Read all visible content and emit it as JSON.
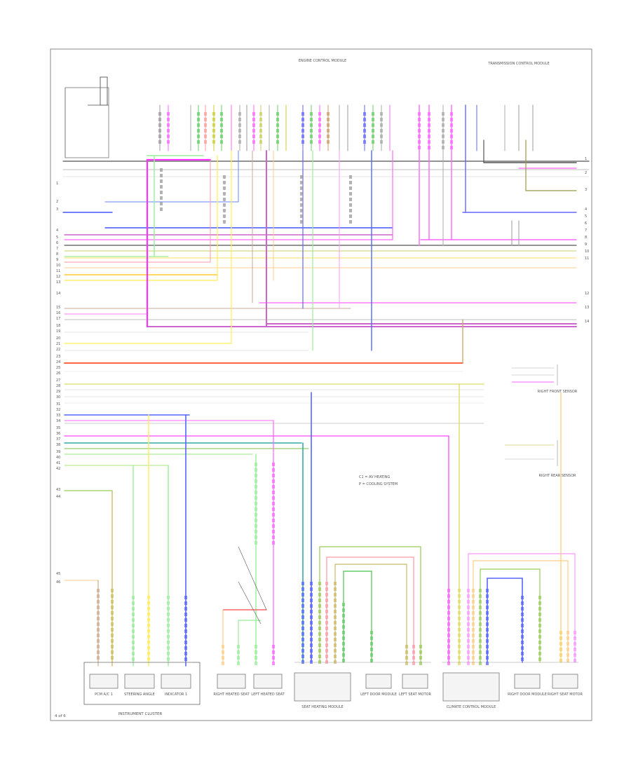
{
  "diagram": {
    "left_pin_numbers": [
      "1",
      "2",
      "3",
      "4",
      "5",
      "6",
      "7",
      "8",
      "9",
      "10",
      "11",
      "12",
      "13",
      "14",
      "15",
      "16",
      "17",
      "18",
      "19",
      "20",
      "21",
      "22",
      "23",
      "24",
      "25",
      "26",
      "27",
      "28",
      "29",
      "30",
      "31",
      "32",
      "33",
      "34",
      "35",
      "36",
      "37",
      "38",
      "39",
      "40",
      "41",
      "42",
      "43",
      "44",
      "45",
      "46"
    ],
    "right_pin_numbers": [
      "1",
      "2",
      "3",
      "4",
      "5",
      "6",
      "7",
      "8",
      "9",
      "10",
      "11",
      "12",
      "13",
      "14"
    ],
    "legend_entries": [
      "C1 = AV HEATING",
      "P = COOLING SYSTEM"
    ],
    "footer_code": "4 of 6",
    "components": [
      {
        "id": "ecm-top",
        "label": "ENGINE CONTROL MODULE"
      },
      {
        "id": "scan-tool",
        "label": "TRANSMISSION CONTROL MODULE"
      },
      {
        "id": "right-sensor-a",
        "label": "RIGHT FRONT SENSOR"
      },
      {
        "id": "right-sensor-b",
        "label": "RIGHT REAR SENSOR"
      },
      {
        "id": "b1",
        "label": "PCM A/C 1"
      },
      {
        "id": "b2",
        "label": "STEERING ANGLE"
      },
      {
        "id": "b3",
        "label": "INDICATOR 1"
      },
      {
        "id": "b4",
        "label": "RIGHT HEATED SEAT"
      },
      {
        "id": "b5",
        "label": "LEFT HEATED SEAT"
      },
      {
        "id": "b6",
        "label": "SEAT HEATING MODULE"
      },
      {
        "id": "b7",
        "label": "LEFT DOOR MODULE"
      },
      {
        "id": "b8",
        "label": "LEFT SEAT MOTOR"
      },
      {
        "id": "b9",
        "label": "CLIMATE CONTROL MODULE"
      },
      {
        "id": "b10",
        "label": "RIGHT DOOR MODULE"
      },
      {
        "id": "b11",
        "label": "RIGHT SEAT MOTOR"
      }
    ],
    "bottom_group_label": "INSTRUMENT CLUSTER"
  }
}
